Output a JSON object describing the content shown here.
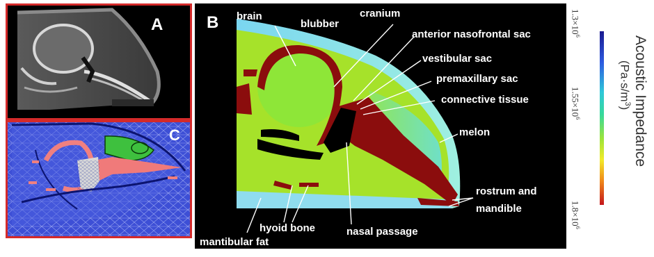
{
  "panels": {
    "a": {
      "letter": "A"
    },
    "b": {
      "letter": "B"
    },
    "c": {
      "letter": "C"
    }
  },
  "labels": {
    "brain": "brain",
    "blubber": "blubber",
    "cranium": "cranium",
    "anterior_nasofrontal_sac": "anterior nasofrontal sac",
    "vestibular_sac": "vestibular sac",
    "premaxillary_sac": "premaxillary sac",
    "connective_tissue": "connective tissue",
    "melon": "melon",
    "rostrum_and": "rostrum and",
    "mandible": "mandible",
    "hyoid_bone": "hyoid bone",
    "nasal_passage": "nasal passage",
    "mantibular_fat": "mantibular fat"
  },
  "colorbar": {
    "title": "Acoustic Impedance",
    "unit_open": "(Pa·s/m",
    "unit_exp": "3",
    "unit_close": ")",
    "ticks": [
      {
        "base": "1.3×10",
        "exp": "6"
      },
      {
        "base": "1.55×10",
        "exp": "6"
      },
      {
        "base": "1.8×10",
        "exp": "6"
      }
    ],
    "colors": [
      "#1a1a8f",
      "#2d5be0",
      "#2fc7d9",
      "#37d99a",
      "#9de43a",
      "#f2ea2a",
      "#f08a1a",
      "#c4161c"
    ]
  },
  "panel_colors": {
    "border": "#d42a2a",
    "mesh_background": "#3d4fd6"
  }
}
